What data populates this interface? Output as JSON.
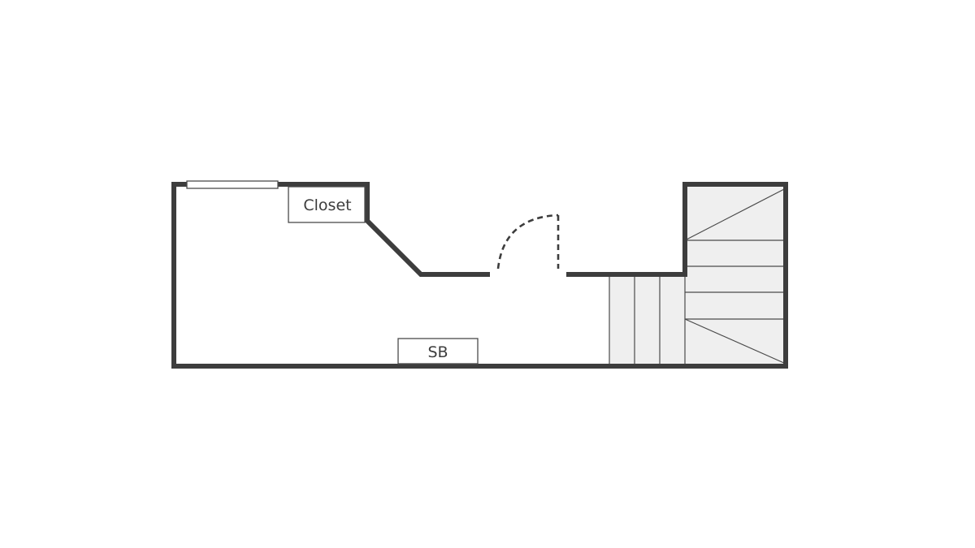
{
  "floor_plan": {
    "rooms": {
      "closet_label": "Closet",
      "shoe_box_label": "SB"
    },
    "features": {
      "window": "window",
      "door": "door",
      "staircase": "staircase"
    },
    "colors": {
      "wall": "#3d3d3d",
      "stair_fill": "#efefef",
      "background": "#ffffff"
    }
  }
}
